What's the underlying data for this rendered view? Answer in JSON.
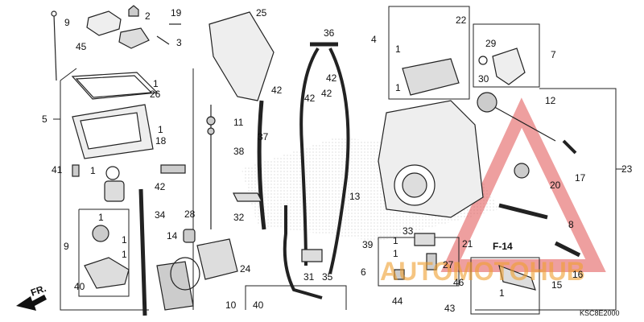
{
  "diagram": {
    "code": "KSC8E2000",
    "front_label": "FR.",
    "ref_label": "F-14",
    "watermark": "AUTOMOTOHUB",
    "watermark_color": "#e05050",
    "accent_color": "#f0a030",
    "callouts": [
      {
        "id": "9a",
        "t": "9"
      },
      {
        "id": "45",
        "t": "45"
      },
      {
        "id": "2",
        "t": "2"
      },
      {
        "id": "3",
        "t": "3"
      },
      {
        "id": "19",
        "t": "19"
      },
      {
        "id": "25",
        "t": "25"
      },
      {
        "id": "36",
        "t": "36"
      },
      {
        "id": "4",
        "t": "4"
      },
      {
        "id": "22",
        "t": "22"
      },
      {
        "id": "1a",
        "t": "1"
      },
      {
        "id": "1b",
        "t": "1"
      },
      {
        "id": "29",
        "t": "29"
      },
      {
        "id": "30",
        "t": "30"
      },
      {
        "id": "7",
        "t": "7"
      },
      {
        "id": "1c",
        "t": "1"
      },
      {
        "id": "26",
        "t": "26"
      },
      {
        "id": "42a",
        "t": "42"
      },
      {
        "id": "42b",
        "t": "42"
      },
      {
        "id": "42c",
        "t": "42"
      },
      {
        "id": "42d",
        "t": "42"
      },
      {
        "id": "42e",
        "t": "42"
      },
      {
        "id": "5",
        "t": "5"
      },
      {
        "id": "1d",
        "t": "1"
      },
      {
        "id": "11",
        "t": "11"
      },
      {
        "id": "12",
        "t": "12"
      },
      {
        "id": "18",
        "t": "18"
      },
      {
        "id": "38",
        "t": "38"
      },
      {
        "id": "37",
        "t": "37"
      },
      {
        "id": "41",
        "t": "41"
      },
      {
        "id": "1e",
        "t": "1"
      },
      {
        "id": "23",
        "t": "23"
      },
      {
        "id": "17",
        "t": "17"
      },
      {
        "id": "20",
        "t": "20"
      },
      {
        "id": "13",
        "t": "13"
      },
      {
        "id": "34",
        "t": "34"
      },
      {
        "id": "28",
        "t": "28"
      },
      {
        "id": "32",
        "t": "32"
      },
      {
        "id": "9b",
        "t": "9"
      },
      {
        "id": "1f",
        "t": "1"
      },
      {
        "id": "1g",
        "t": "1"
      },
      {
        "id": "1h",
        "t": "1"
      },
      {
        "id": "14",
        "t": "14"
      },
      {
        "id": "33",
        "t": "33"
      },
      {
        "id": "39",
        "t": "39"
      },
      {
        "id": "8",
        "t": "8"
      },
      {
        "id": "21",
        "t": "21"
      },
      {
        "id": "1i",
        "t": "1"
      },
      {
        "id": "1j",
        "t": "1"
      },
      {
        "id": "24",
        "t": "24"
      },
      {
        "id": "6",
        "t": "6"
      },
      {
        "id": "31",
        "t": "31"
      },
      {
        "id": "35",
        "t": "35"
      },
      {
        "id": "27",
        "t": "27"
      },
      {
        "id": "16",
        "t": "16"
      },
      {
        "id": "40a",
        "t": "40"
      },
      {
        "id": "46",
        "t": "46"
      },
      {
        "id": "15",
        "t": "15"
      },
      {
        "id": "44",
        "t": "44"
      },
      {
        "id": "1k",
        "t": "1"
      },
      {
        "id": "10",
        "t": "10"
      },
      {
        "id": "40b",
        "t": "40"
      },
      {
        "id": "43",
        "t": "43"
      }
    ]
  }
}
